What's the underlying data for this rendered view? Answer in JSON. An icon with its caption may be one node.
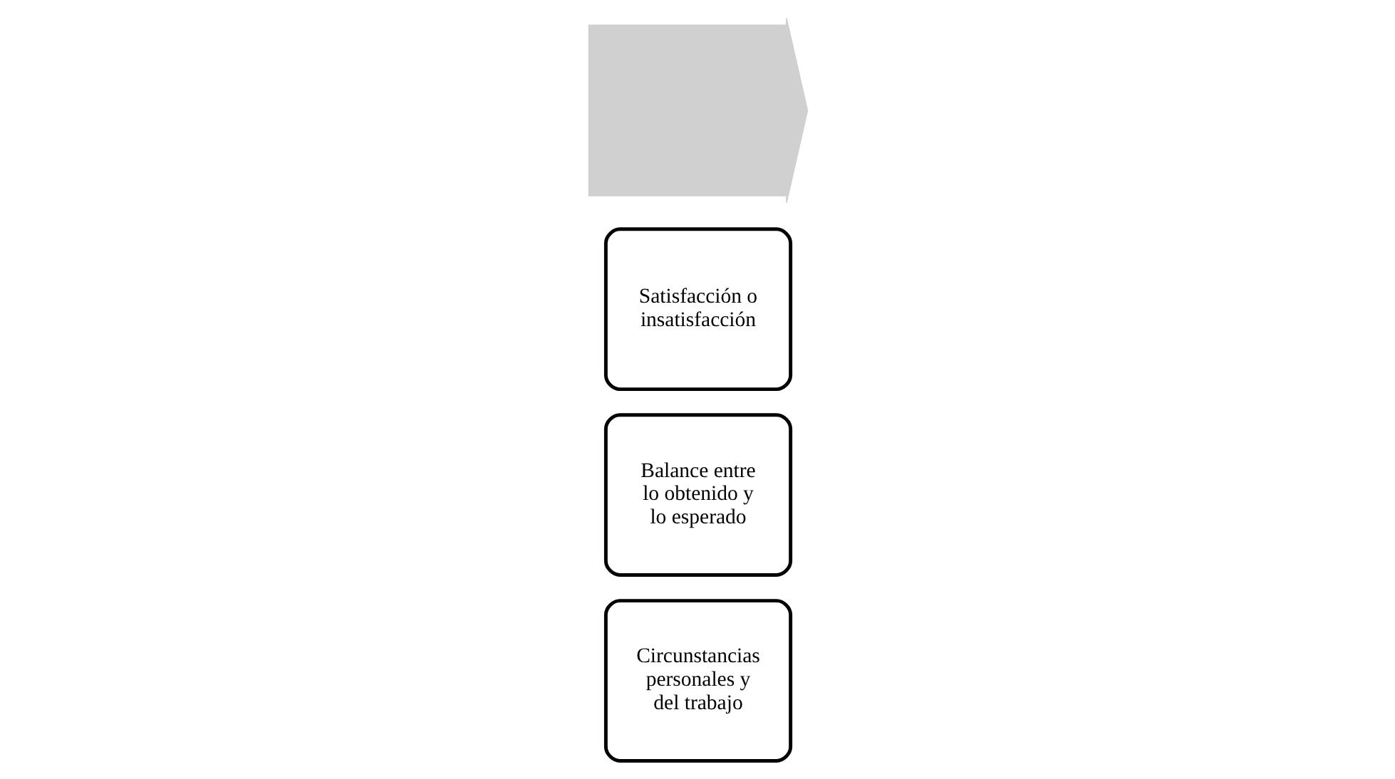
{
  "diagram": {
    "nodes": [
      {
        "text": [],
        "shape": "arrow"
      },
      {
        "text": [
          "Circunstancias personales y del trabajo"
        ]
      },
      {
        "text": [
          "Balance entre lo obtenido y lo esperado"
        ]
      },
      {
        "text": [
          "Satisfacción o insatisfacción"
        ]
      }
    ]
  }
}
